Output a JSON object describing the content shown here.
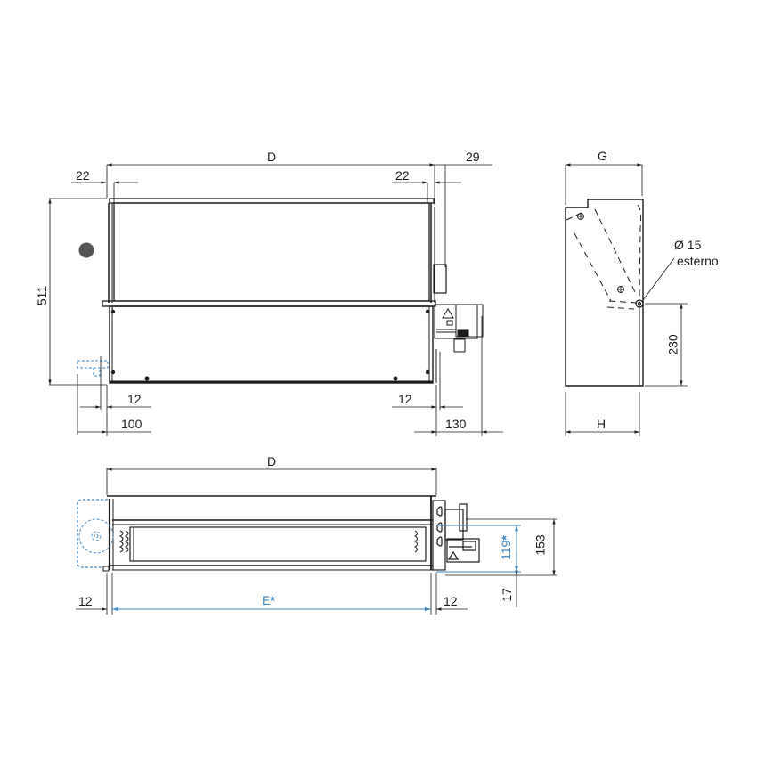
{
  "colors": {
    "line": "#1a1a1a",
    "accent": "#3a86c4",
    "marker": "#555555"
  },
  "front_view": {
    "dims": {
      "width": "D",
      "left_offset": "22",
      "right_offset": "22",
      "right_projection": "29",
      "height": "511",
      "bottom_left_inset": "12",
      "bottom_left_drain": "100",
      "bottom_right_inset": "12",
      "bottom_right_box": "130"
    }
  },
  "side_view": {
    "dims": {
      "top_width": "G",
      "bottom_width": "H",
      "connection_height": "230"
    },
    "note_line1": "Ø 15",
    "note_line2": "esterno"
  },
  "bottom_view": {
    "dims": {
      "width": "D",
      "left_inset": "12",
      "right_inset": "12",
      "inner_width": "E",
      "inner_width_marker": "*",
      "total_height": "153",
      "duct_height": "119",
      "duct_height_marker": "*",
      "base_offset": "17"
    }
  }
}
